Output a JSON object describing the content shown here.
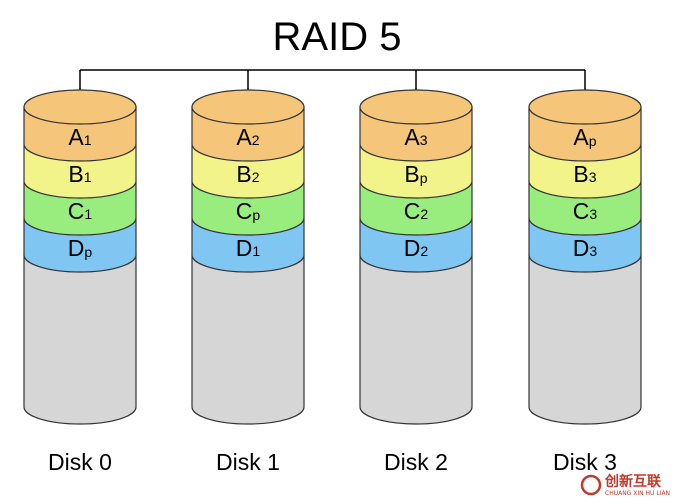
{
  "title": "RAID 5",
  "colors": {
    "A": "#f5c679",
    "B": "#f2f48a",
    "C": "#99ed7e",
    "D": "#7fc7f2",
    "empty": "#d6d6d6",
    "stroke": "#333333"
  },
  "disks": [
    {
      "label": "Disk 0",
      "blocks": [
        {
          "row": "A",
          "main": "A",
          "sub": "1"
        },
        {
          "row": "B",
          "main": "B",
          "sub": "1"
        },
        {
          "row": "C",
          "main": "C",
          "sub": "1"
        },
        {
          "row": "D",
          "main": "D",
          "sub": "p"
        }
      ]
    },
    {
      "label": "Disk 1",
      "blocks": [
        {
          "row": "A",
          "main": "A",
          "sub": "2"
        },
        {
          "row": "B",
          "main": "B",
          "sub": "2"
        },
        {
          "row": "C",
          "main": "C",
          "sub": "p"
        },
        {
          "row": "D",
          "main": "D",
          "sub": "1"
        }
      ]
    },
    {
      "label": "Disk 2",
      "blocks": [
        {
          "row": "A",
          "main": "A",
          "sub": "3"
        },
        {
          "row": "B",
          "main": "B",
          "sub": "p"
        },
        {
          "row": "C",
          "main": "C",
          "sub": "2"
        },
        {
          "row": "D",
          "main": "D",
          "sub": "2"
        }
      ]
    },
    {
      "label": "Disk 3",
      "blocks": [
        {
          "row": "A",
          "main": "A",
          "sub": "p"
        },
        {
          "row": "B",
          "main": "B",
          "sub": "3"
        },
        {
          "row": "C",
          "main": "C",
          "sub": "3"
        },
        {
          "row": "D",
          "main": "D",
          "sub": "3"
        }
      ]
    }
  ],
  "watermark": {
    "text": "创新互联",
    "subtext": "CHUANG XIN HU LIAN",
    "icon": "swirl-logo-icon"
  }
}
